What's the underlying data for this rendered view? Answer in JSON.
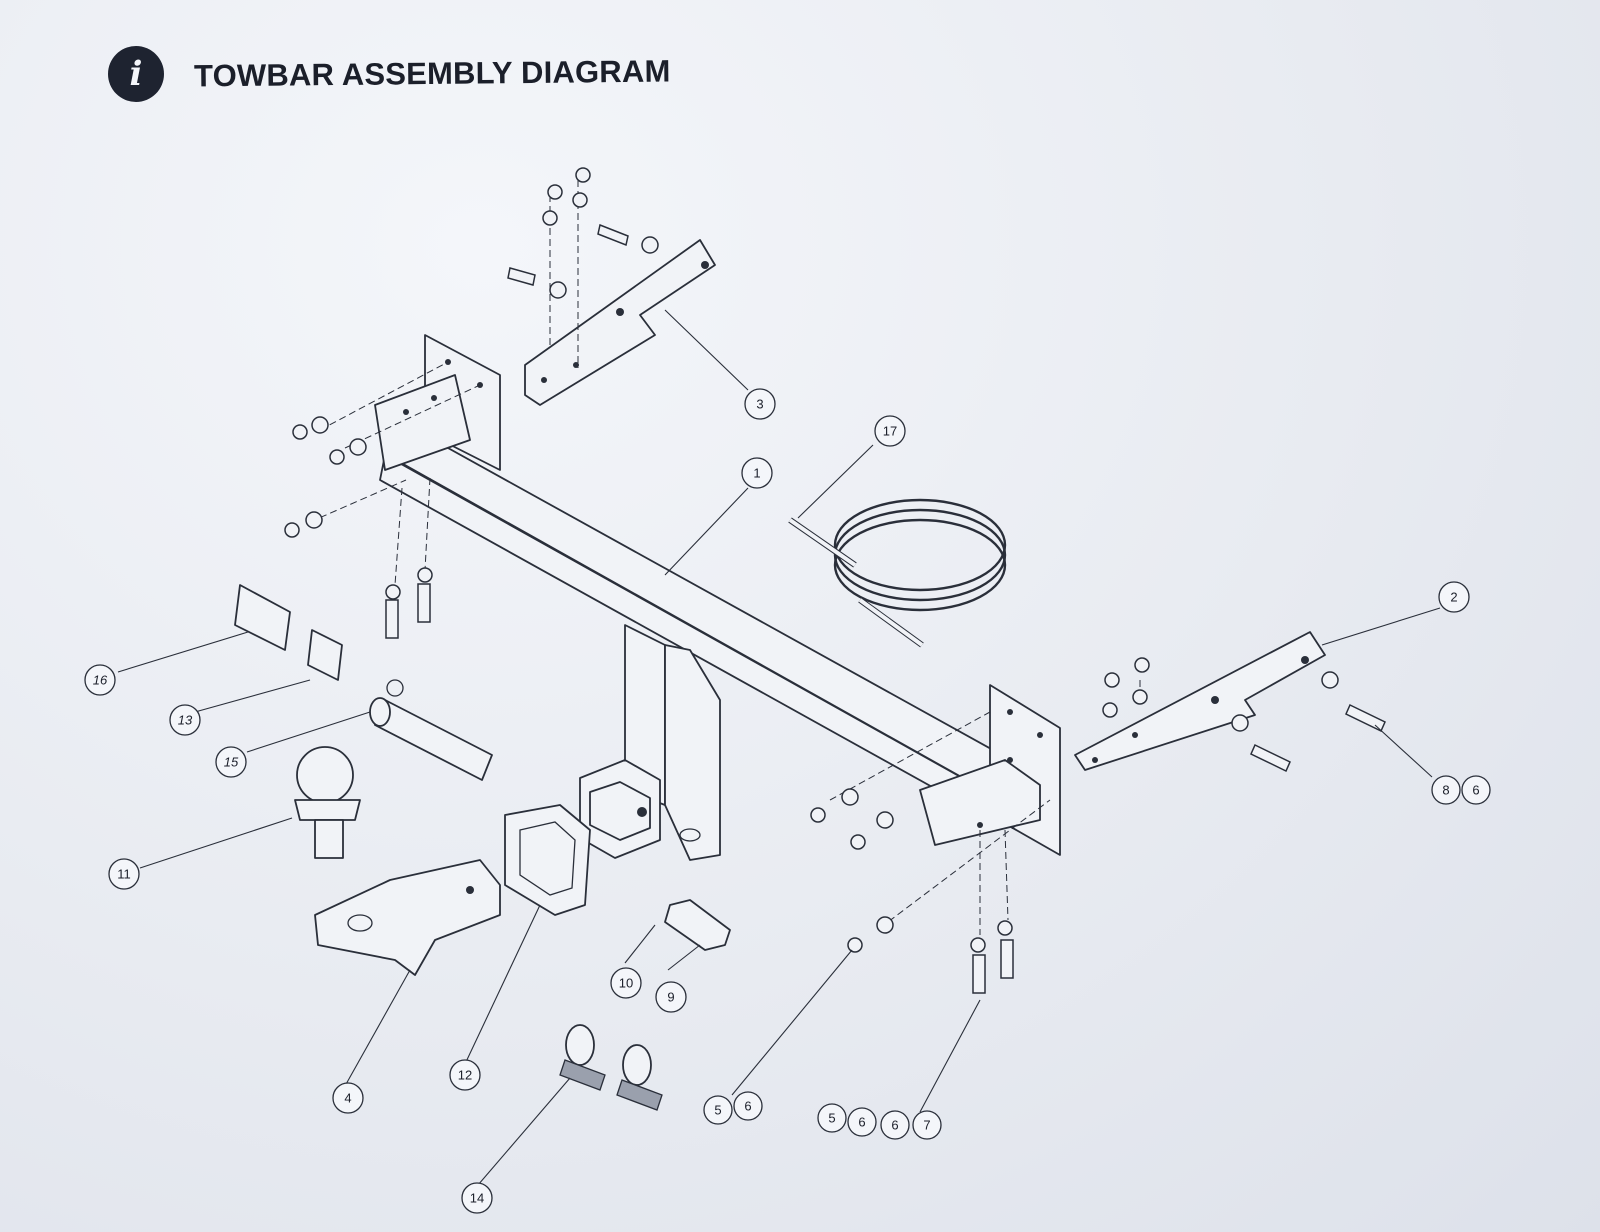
{
  "header": {
    "icon": "info-icon",
    "icon_glyph": "i",
    "title": "TOWBAR ASSEMBLY DIAGRAM"
  },
  "callouts": [
    {
      "id": "c1",
      "labels": [
        "1"
      ]
    },
    {
      "id": "c2",
      "labels": [
        "2"
      ]
    },
    {
      "id": "c3",
      "labels": [
        "3"
      ]
    },
    {
      "id": "c4",
      "labels": [
        "4"
      ]
    },
    {
      "id": "c9",
      "labels": [
        "9"
      ]
    },
    {
      "id": "c10",
      "labels": [
        "10"
      ]
    },
    {
      "id": "c11",
      "labels": [
        "11"
      ]
    },
    {
      "id": "c12",
      "labels": [
        "12"
      ]
    },
    {
      "id": "c13",
      "labels": [
        "13"
      ]
    },
    {
      "id": "c14",
      "labels": [
        "14"
      ]
    },
    {
      "id": "c15",
      "labels": [
        "15"
      ]
    },
    {
      "id": "c16",
      "labels": [
        "16"
      ]
    },
    {
      "id": "c17",
      "labels": [
        "17"
      ]
    },
    {
      "id": "c86",
      "labels": [
        "8",
        "6"
      ]
    },
    {
      "id": "c56",
      "labels": [
        "5",
        "6"
      ]
    },
    {
      "id": "c5667",
      "labels": [
        "5",
        "6",
        "6",
        "7"
      ]
    }
  ]
}
